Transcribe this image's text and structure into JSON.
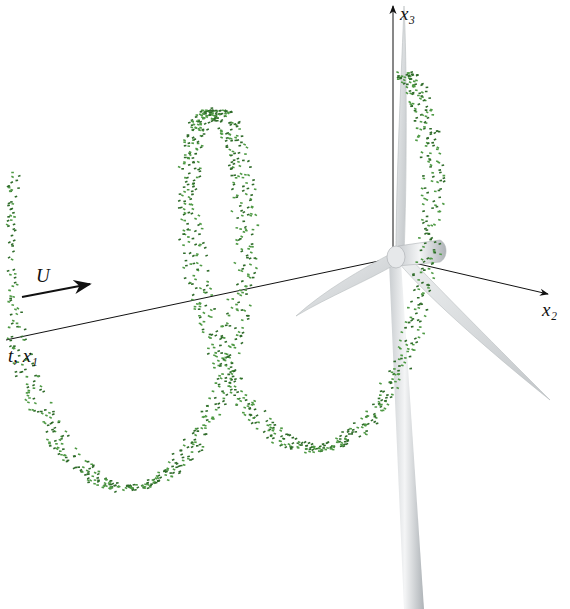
{
  "diagram": {
    "labels": [
      "U",
      "t, x₁",
      "x₂",
      "x₃"
    ]
  }
}
